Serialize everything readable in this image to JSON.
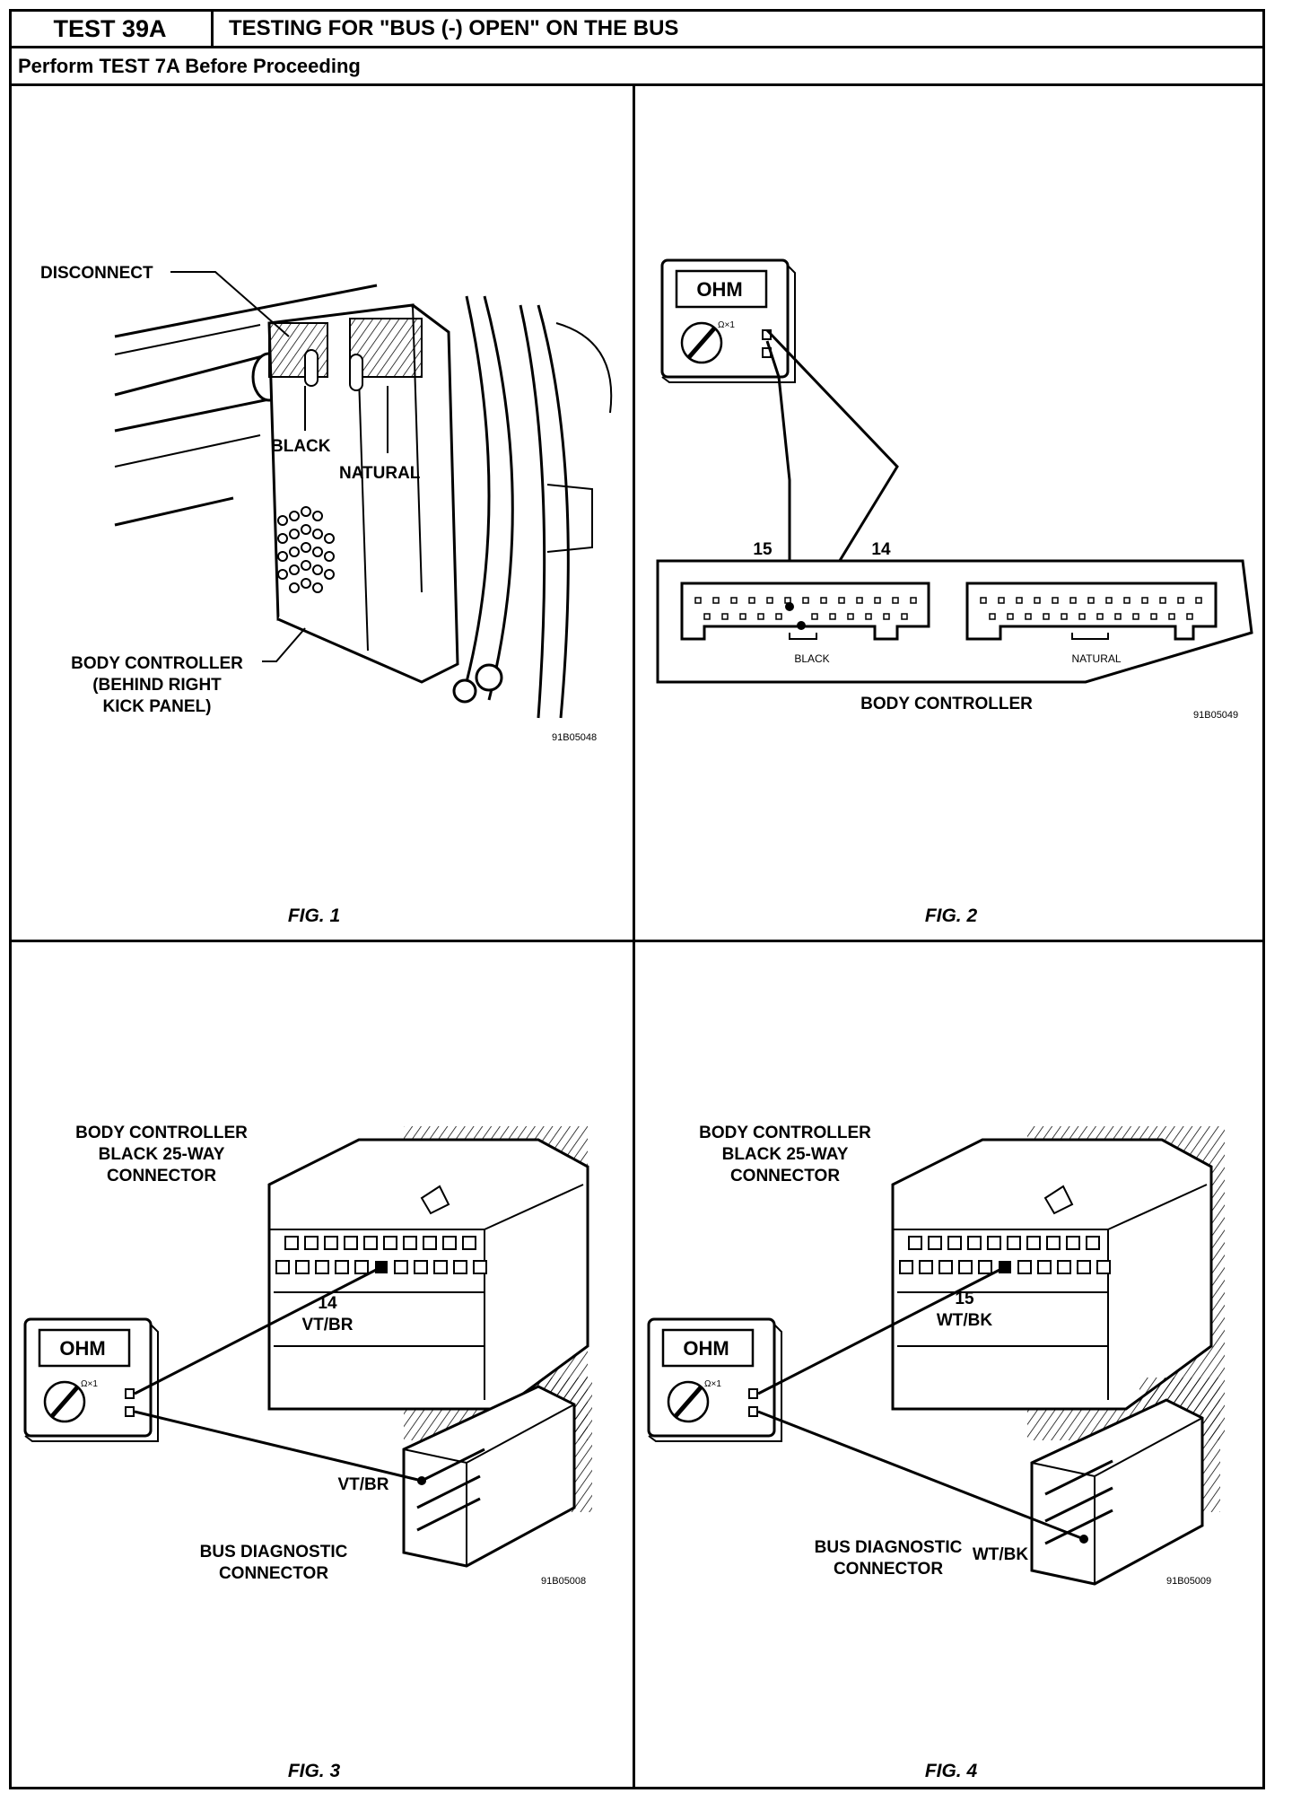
{
  "header": {
    "test_id": "TEST 39A",
    "title": "TESTING FOR \"BUS (-) OPEN\" ON THE BUS",
    "subtitle": "Perform TEST 7A Before Proceeding"
  },
  "fig1": {
    "caption": "FIG. 1",
    "code": "91B05048",
    "label_disconnect": "DISCONNECT",
    "label_black": "BLACK",
    "label_natural": "NATURAL",
    "label_body_controller_1": "BODY CONTROLLER",
    "label_body_controller_2": "(BEHIND RIGHT",
    "label_body_controller_3": "KICK PANEL)"
  },
  "fig2": {
    "caption": "FIG. 2",
    "code": "91B05049",
    "meter_display": "OHM",
    "meter_range": "Ω×1",
    "pin_15": "15",
    "pin_14": "14",
    "label_black": "BLACK",
    "label_natural": "NATURAL",
    "label_body_controller": "BODY CONTROLLER"
  },
  "fig3": {
    "caption": "FIG. 3",
    "code": "91B05008",
    "meter_display": "OHM",
    "meter_range": "Ω×1",
    "label_connector_1": "BODY CONTROLLER",
    "label_connector_2": "BLACK 25-WAY",
    "label_connector_3": "CONNECTOR",
    "pin": "14",
    "wire_top": "VT/BR",
    "wire_bottom": "VT/BR",
    "label_bus_1": "BUS DIAGNOSTIC",
    "label_bus_2": "CONNECTOR"
  },
  "fig4": {
    "caption": "FIG. 4",
    "code": "91B05009",
    "meter_display": "OHM",
    "meter_range": "Ω×1",
    "label_connector_1": "BODY CONTROLLER",
    "label_connector_2": "BLACK 25-WAY",
    "label_connector_3": "CONNECTOR",
    "pin": "15",
    "wire_top": "WT/BK",
    "wire_bottom": "WT/BK",
    "label_bus_1": "BUS DIAGNOSTIC",
    "label_bus_2": "CONNECTOR"
  }
}
